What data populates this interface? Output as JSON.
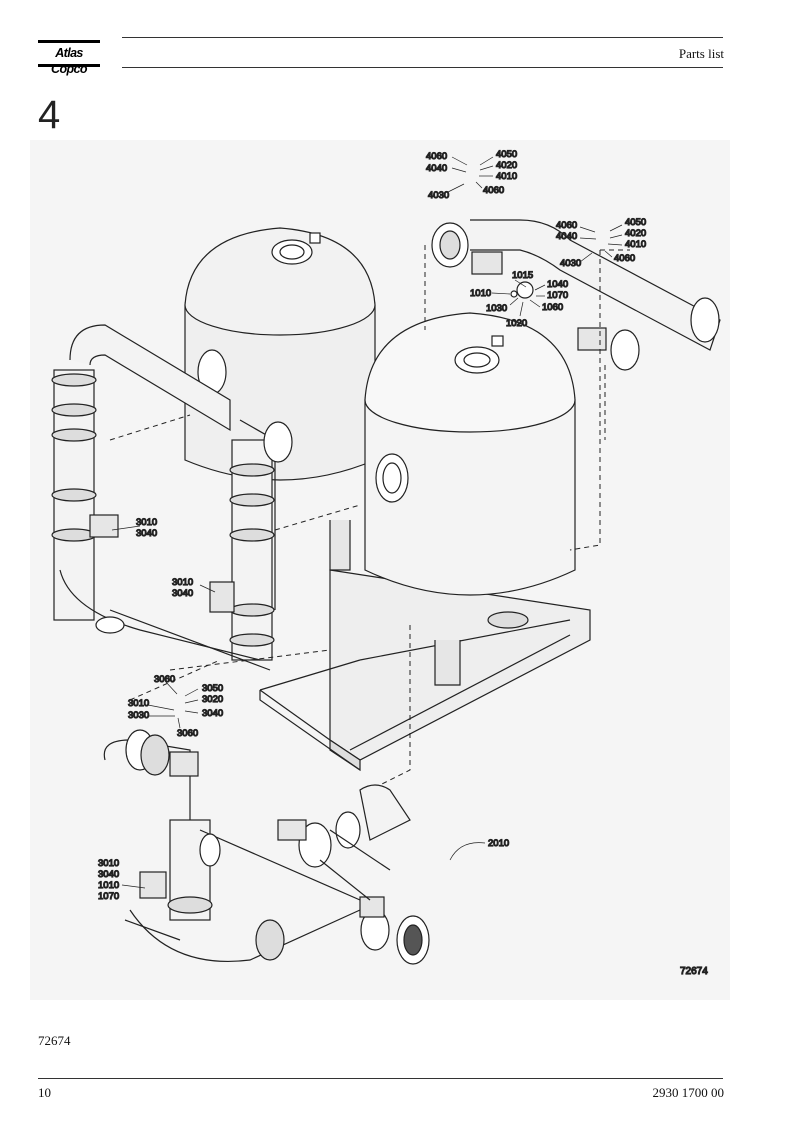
{
  "header": {
    "logo_text": "Atlas Copco",
    "title": "Parts list"
  },
  "section": {
    "number": "4"
  },
  "figure": {
    "drawing_id": "72674",
    "callouts": {
      "top_valve": [
        "4060",
        "4040",
        "4050",
        "4020",
        "4010",
        "4030",
        "4060"
      ],
      "right_valve": [
        "4060",
        "4040",
        "4050",
        "4020",
        "4010",
        "4030",
        "4060"
      ],
      "mid_valve": [
        "1015",
        "1010",
        "1040",
        "1070",
        "1030",
        "1060",
        "1020"
      ],
      "left_upper_actuator": [
        "3010",
        "3040"
      ],
      "left_lower_actuator": [
        "3010",
        "3040"
      ],
      "left_valve": [
        "3060",
        "3010",
        "3050",
        "3020",
        "3030",
        "3040",
        "3060"
      ],
      "bottom_actuator": [
        "3010",
        "3040",
        "1010",
        "1070"
      ],
      "frame": [
        "2010"
      ]
    }
  },
  "caption": {
    "reference": "72674"
  },
  "footer": {
    "page_number": "10",
    "doc_number": "2930 1700 00"
  }
}
